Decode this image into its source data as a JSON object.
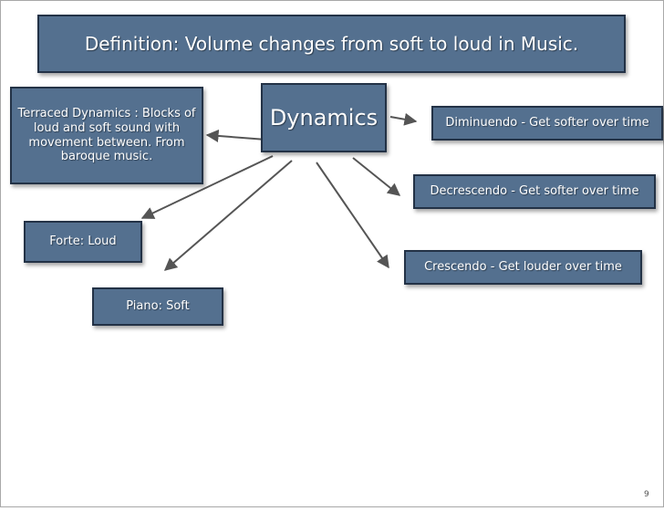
{
  "title": "Definition: Volume changes from soft to loud in Music.",
  "nodes": {
    "center": "Dynamics",
    "terraced": "Terraced Dynamics : Blocks of loud and soft sound with movement between. From baroque music.",
    "diminuendo": "Diminuendo - Get softer over time",
    "decrescendo": "Decrescendo - Get softer over time",
    "forte": "Forte: Loud",
    "crescendo": "Crescendo - Get louder over time",
    "piano": "Piano: Soft"
  },
  "page_number": "9",
  "colors": {
    "box_fill": "#54708f",
    "box_border": "#233246",
    "arrow": "#555555"
  }
}
